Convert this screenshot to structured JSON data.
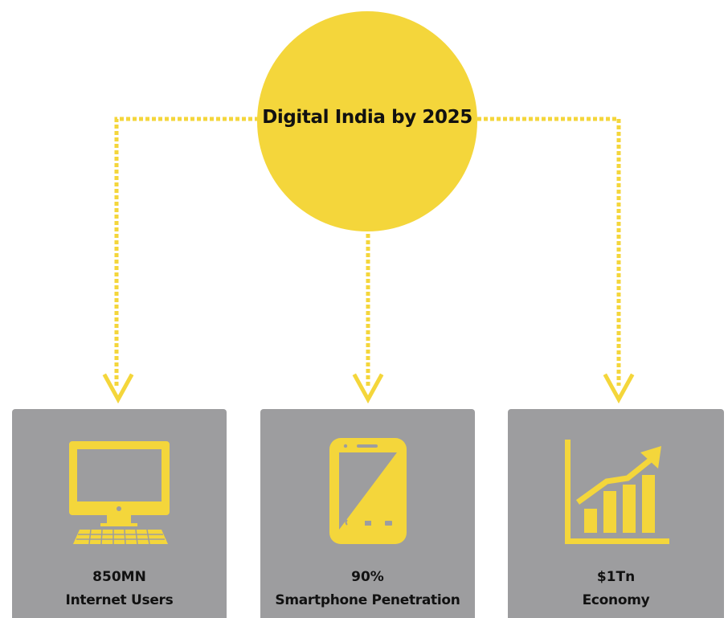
{
  "hub": {
    "title": "Digital India by 2025"
  },
  "cards": [
    {
      "value": "850MN",
      "label": "Internet Users",
      "icon": "desktop-computer-icon"
    },
    {
      "value": "90%",
      "label": "Smartphone Penetration",
      "icon": "smartphone-icon"
    },
    {
      "value": "$1Tn",
      "label": "Economy",
      "icon": "growth-chart-icon"
    }
  ],
  "colors": {
    "accent": "#f4d63b",
    "card_background": "#9d9d9f",
    "text": "#111111"
  }
}
